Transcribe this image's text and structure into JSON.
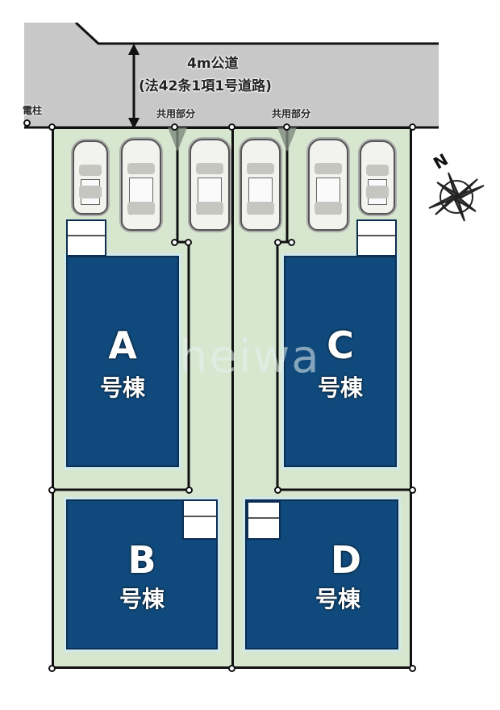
{
  "road": {
    "width_label": "4m公道",
    "type_label": "(法42条1項1号道路)",
    "fill_color": "#c8c8c8"
  },
  "utility_pole": {
    "label": "電柱"
  },
  "shared_areas": [
    {
      "label": "共用部分"
    },
    {
      "label": "共用部分"
    }
  ],
  "buildings": [
    {
      "letter": "A",
      "suffix": "号棟"
    },
    {
      "letter": "B",
      "suffix": "号棟"
    },
    {
      "letter": "C",
      "suffix": "号棟"
    },
    {
      "letter": "D",
      "suffix": "号棟"
    }
  ],
  "compass": {
    "north_label": "N"
  },
  "watermark": {
    "text": "heiwa"
  },
  "colors": {
    "building": "#104a7c",
    "lot": "#d7e6cf",
    "road": "#c8c8c8",
    "boundary": "#111111"
  },
  "parking_spaces_count": 6
}
